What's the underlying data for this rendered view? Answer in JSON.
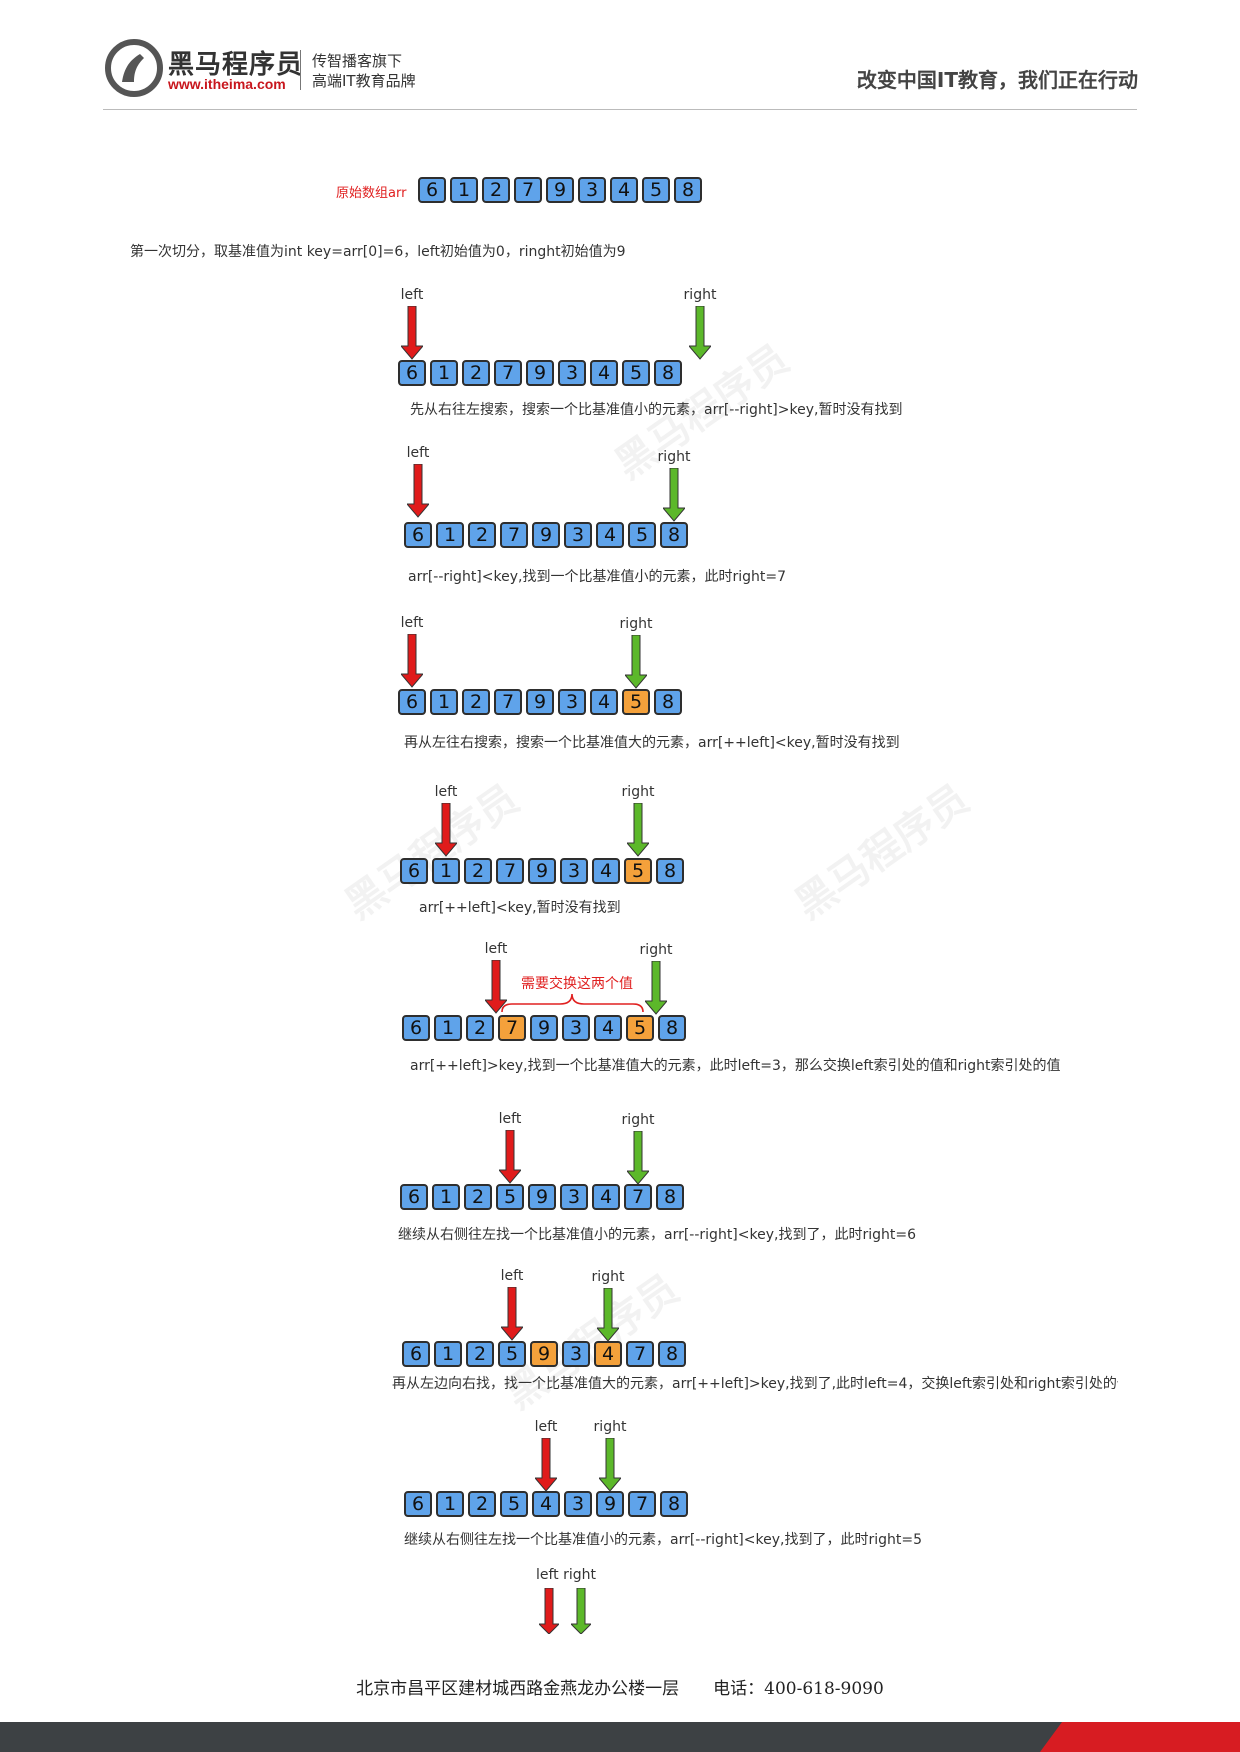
{
  "header": {
    "brand_cn": "黑马程序员",
    "brand_url": "www.itheima.com",
    "brand_sub1": "传智播客旗下",
    "brand_sub2": "高端IT教育品牌",
    "slogan": "改变中国IT教育，我们正在行动"
  },
  "watermark": "黑马程序员",
  "original": {
    "label": "原始数组arr",
    "values": [
      "6",
      "1",
      "2",
      "7",
      "9",
      "3",
      "4",
      "5",
      "8"
    ]
  },
  "intro": "第一次切分，取基准值为int key=arr[0]=6，left初始值为0，ringht初始值为9",
  "pointer_labels": {
    "left": "left",
    "right": "right"
  },
  "swap_note": "需要交换这两个值",
  "steps": [
    {
      "values": [
        "6",
        "1",
        "2",
        "7",
        "9",
        "3",
        "4",
        "5",
        "8"
      ],
      "highlight": [],
      "left_index": 0,
      "right_index": 9,
      "caption": "先从右往左搜索，搜索一个比基准值小的元素，arr[--right]>key,暂时没有找到"
    },
    {
      "values": [
        "6",
        "1",
        "2",
        "7",
        "9",
        "3",
        "4",
        "5",
        "8"
      ],
      "highlight": [],
      "left_index": 0,
      "right_index": 8,
      "caption": "arr[--right]<key,找到一个比基准值小的元素，此时right=7"
    },
    {
      "values": [
        "6",
        "1",
        "2",
        "7",
        "9",
        "3",
        "4",
        "5",
        "8"
      ],
      "highlight": [
        7
      ],
      "left_index": 0,
      "right_index": 7,
      "caption": "再从左往右搜索，搜索一个比基准值大的元素，arr[++left]<key,暂时没有找到"
    },
    {
      "values": [
        "6",
        "1",
        "2",
        "7",
        "9",
        "3",
        "4",
        "5",
        "8"
      ],
      "highlight": [
        7
      ],
      "left_index": 1,
      "right_index": 7,
      "caption": "arr[++left]<key,暂时没有找到"
    },
    {
      "values": [
        "6",
        "1",
        "2",
        "7",
        "9",
        "3",
        "4",
        "5",
        "8"
      ],
      "highlight": [
        3,
        7
      ],
      "left_index": 2.5,
      "right_index": 7.5,
      "caption": "arr[++left]>key,找到一个比基准值大的元素，此时left=3，那么交换left索引处的值和right索引处的值"
    },
    {
      "values": [
        "6",
        "1",
        "2",
        "5",
        "9",
        "3",
        "4",
        "7",
        "8"
      ],
      "highlight": [],
      "left_index": 3,
      "right_index": 7,
      "caption": "继续从右侧往左找一个比基准值小的元素，arr[--right]<key,找到了，此时right=6"
    },
    {
      "values": [
        "6",
        "1",
        "2",
        "5",
        "9",
        "3",
        "4",
        "7",
        "8"
      ],
      "highlight": [
        4,
        6
      ],
      "left_index": 3,
      "right_index": 6,
      "caption": "再从左边向右找，找一个比基准值大的元素，arr[++left]>key,找到了,此时left=4，交换left索引处和right索引处的值"
    },
    {
      "values": [
        "6",
        "1",
        "2",
        "5",
        "4",
        "3",
        "9",
        "7",
        "8"
      ],
      "highlight": [],
      "left_index": 4,
      "right_index": 6,
      "caption": "继续从右侧往左找一个比基准值小的元素，arr[--right]<key,找到了，此时right=5"
    }
  ],
  "final_pointers": {
    "label": "left right"
  },
  "footer": {
    "address": "北京市昌平区建材城西路金燕龙办公楼一层　　电话：400-618-9090"
  },
  "colors": {
    "cell": "#5fa3ea",
    "highlight": "#f4a13b",
    "left_arrow": "#e01b1b",
    "right_arrow": "#5cb82a",
    "accent": "#d71c22"
  }
}
